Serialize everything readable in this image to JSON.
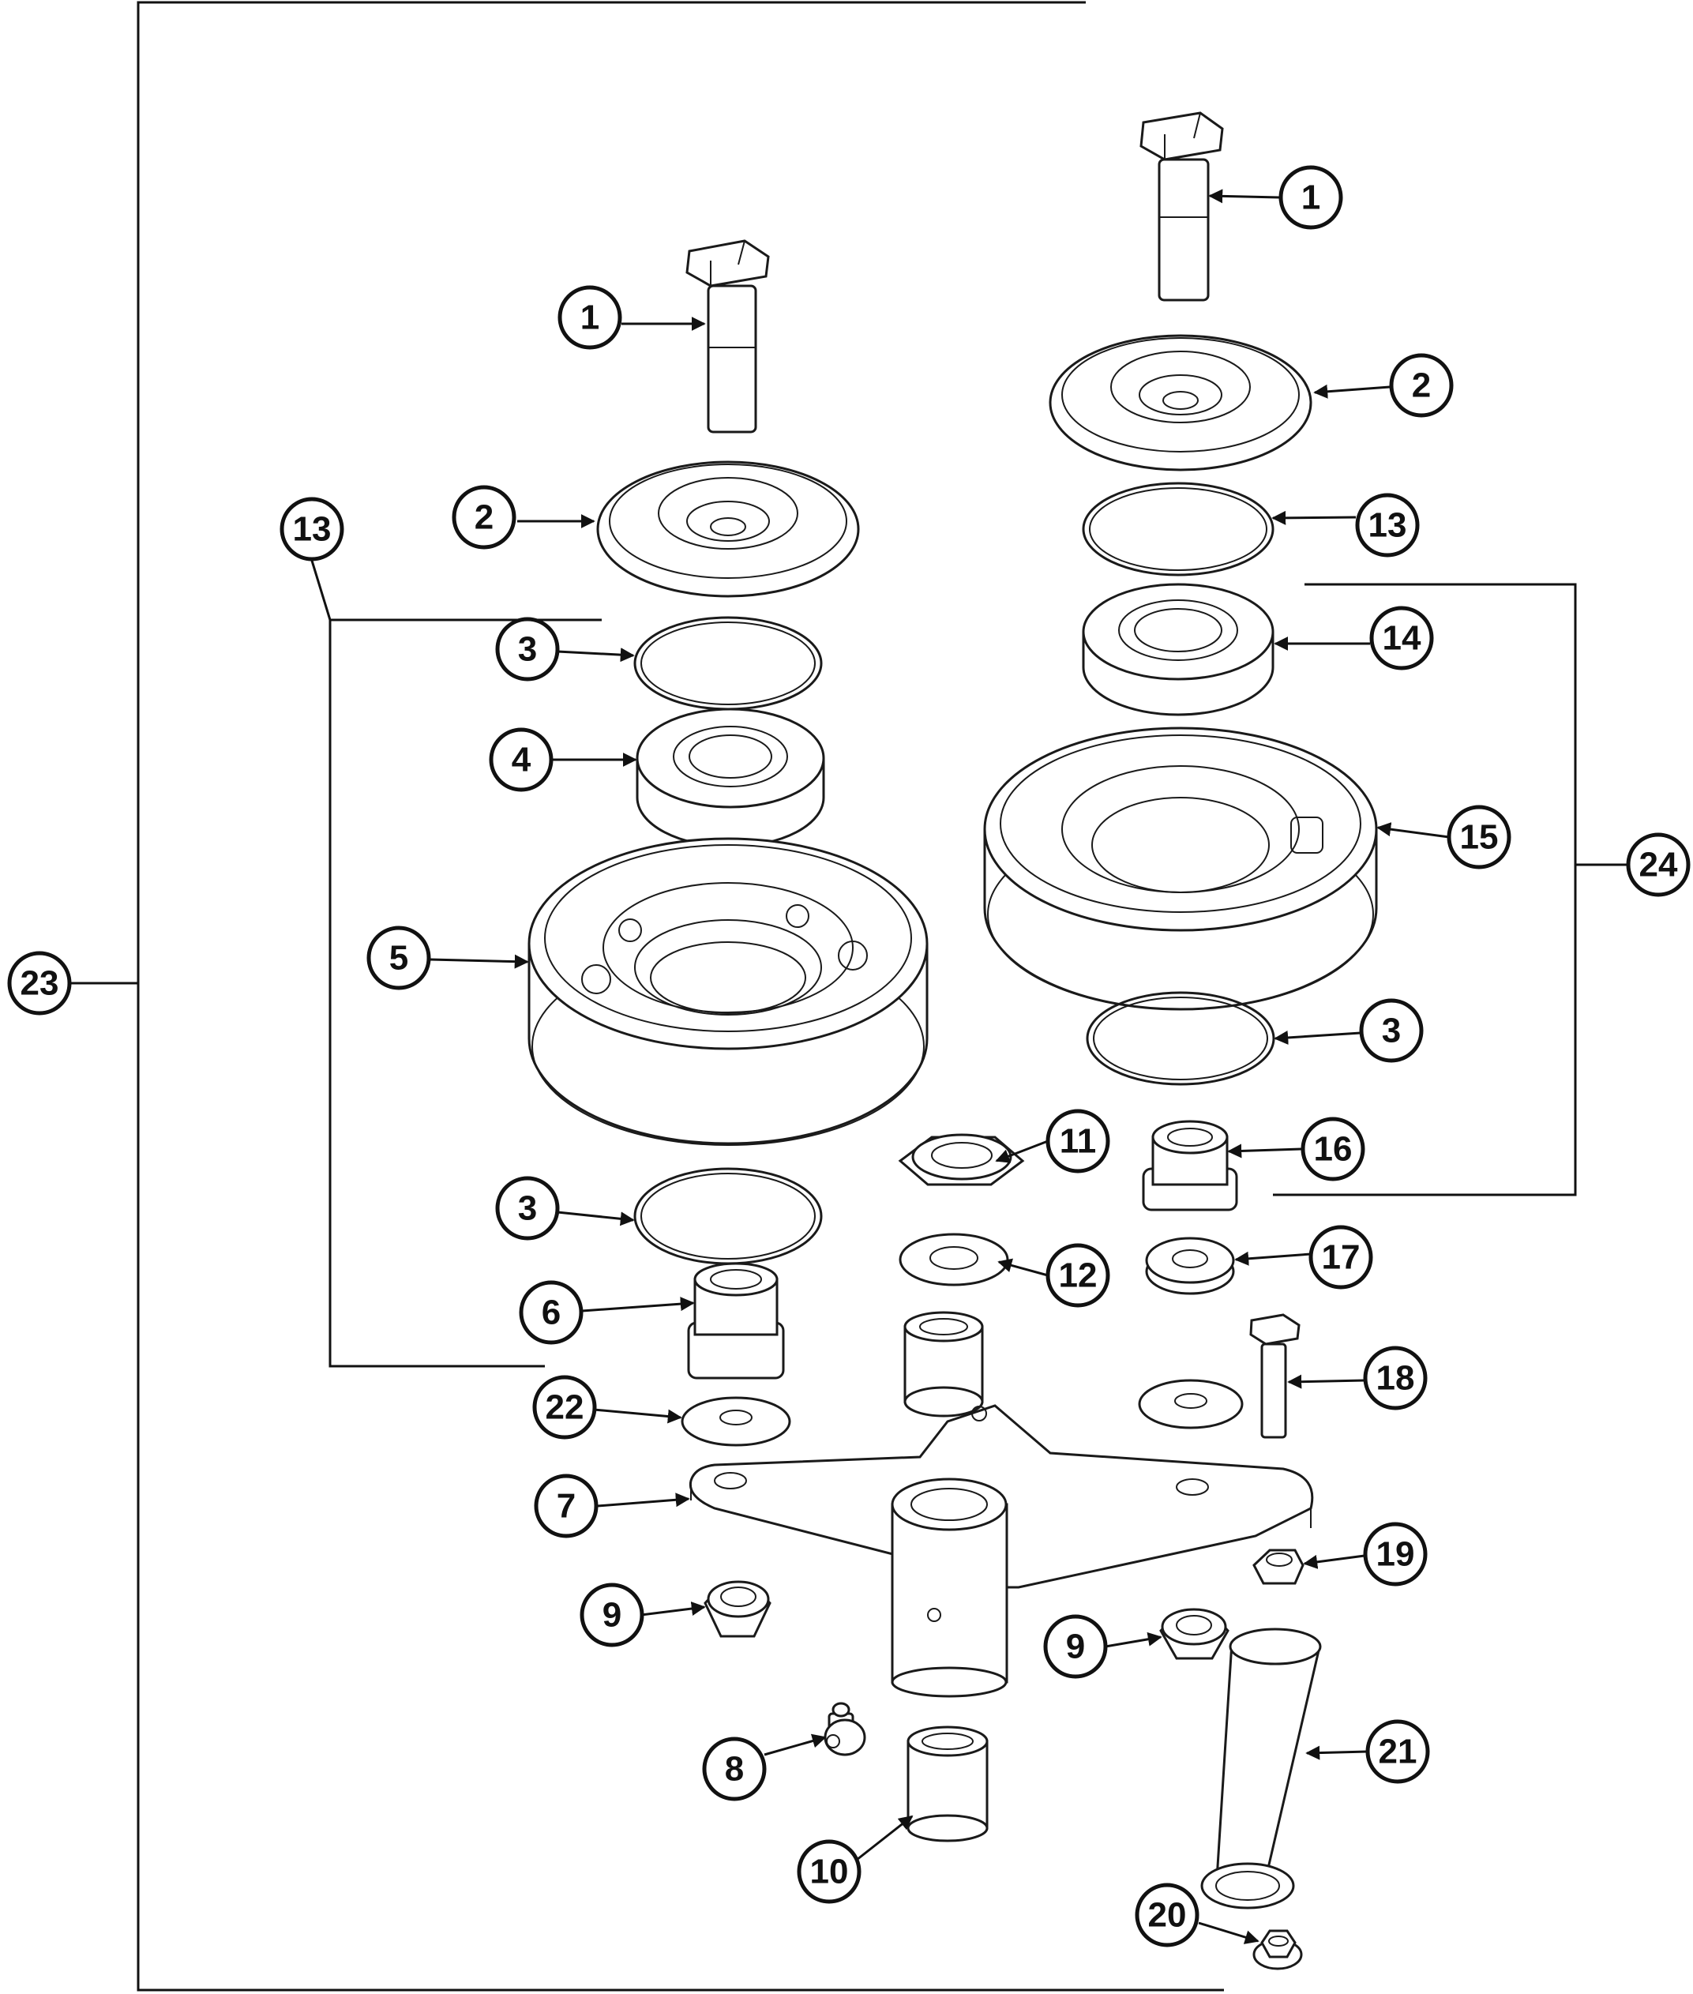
{
  "diagram": {
    "accent_color": "#111111",
    "callouts": [
      {
        "id": "c1a",
        "label": "1"
      },
      {
        "id": "c1b",
        "label": "1"
      },
      {
        "id": "c2a",
        "label": "2"
      },
      {
        "id": "c2b",
        "label": "2"
      },
      {
        "id": "c3a",
        "label": "3"
      },
      {
        "id": "c3b",
        "label": "3"
      },
      {
        "id": "c3c",
        "label": "3"
      },
      {
        "id": "c4",
        "label": "4"
      },
      {
        "id": "c5",
        "label": "5"
      },
      {
        "id": "c6",
        "label": "6"
      },
      {
        "id": "c7",
        "label": "7"
      },
      {
        "id": "c8",
        "label": "8"
      },
      {
        "id": "c9a",
        "label": "9"
      },
      {
        "id": "c9b",
        "label": "9"
      },
      {
        "id": "c10",
        "label": "10"
      },
      {
        "id": "c11",
        "label": "11"
      },
      {
        "id": "c12",
        "label": "12"
      },
      {
        "id": "c13a",
        "label": "13"
      },
      {
        "id": "c13b",
        "label": "13"
      },
      {
        "id": "c14",
        "label": "14"
      },
      {
        "id": "c15",
        "label": "15"
      },
      {
        "id": "c16",
        "label": "16"
      },
      {
        "id": "c17",
        "label": "17"
      },
      {
        "id": "c18",
        "label": "18"
      },
      {
        "id": "c19",
        "label": "19"
      },
      {
        "id": "c20",
        "label": "20"
      },
      {
        "id": "c21",
        "label": "21"
      },
      {
        "id": "c22",
        "label": "22"
      },
      {
        "id": "c23",
        "label": "23"
      },
      {
        "id": "c24",
        "label": "24"
      }
    ]
  }
}
